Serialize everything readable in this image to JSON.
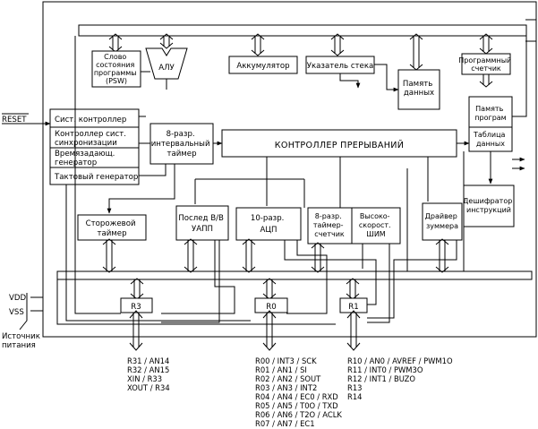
{
  "blocks": {
    "psw": [
      "Слово",
      "состояния",
      "программы",
      "(PSW)"
    ],
    "alu": "АЛУ",
    "accumulator": "Аккумулятор",
    "stack_pointer": "Указатель стека",
    "data_memory": [
      "Память",
      "данных"
    ],
    "program_counter": [
      "Программный",
      "счетчик"
    ],
    "program_memory": [
      "Память",
      "програм"
    ],
    "data_table": [
      "Таблица",
      "данных"
    ],
    "system_controller": "Сист. контроллер",
    "sync_controller": [
      "Контроллер сист.",
      "синхронизации"
    ],
    "timing_generator": [
      "Времязадающ.",
      "генератор"
    ],
    "clock_generator": "Тактовый генератор",
    "interval_timer": [
      "8-разр.",
      "интервальный",
      "таймер"
    ],
    "interrupt_controller": "КОНТРОЛЛЕР ПРЕРЫВАНИЙ",
    "instruction_decoder": [
      "Дешифратор",
      "инструкций"
    ],
    "watchdog_timer": [
      "Сторожевой",
      "таймер"
    ],
    "serial_io": [
      "Послед В/В",
      "УАПП"
    ],
    "adc": [
      "10-разр.",
      "АЦП"
    ],
    "timer_counter": [
      "8-разр.",
      "таймер-",
      "счетчик"
    ],
    "pwm": [
      "Высоко-",
      "скорост.",
      "ШИМ"
    ],
    "buzzer_driver": [
      "Драйвер",
      "зуммера"
    ],
    "port_r3": "R3",
    "port_r0": "R0",
    "port_r1": "R1"
  },
  "external": {
    "reset": "RESET",
    "vdd": "VDD",
    "vss": "VSS",
    "power_label": [
      "Источник",
      "питания"
    ]
  },
  "pins": {
    "r3": [
      "R31 / AN14",
      "R32 / AN15",
      "XIN / R33",
      "XOUT / R34"
    ],
    "r0": [
      "R00 / INT3 / SCK",
      "R01 / AN1 / SI",
      "R02 / AN2 / SOUT",
      "R03 / AN3 / INT2",
      "R04 / AN4 / EC0 / RXD",
      "R05 / AN5 / T0O / TXD",
      "R06 / AN6 / T2O / ACLK",
      "R07 / AN7 / EC1"
    ],
    "r1": [
      "R10 / AN0 / AVREF / PWM1O",
      "R11 / INT0 / PWM3O",
      "R12 / INT1 / BUZO",
      "R13",
      "R14"
    ]
  }
}
